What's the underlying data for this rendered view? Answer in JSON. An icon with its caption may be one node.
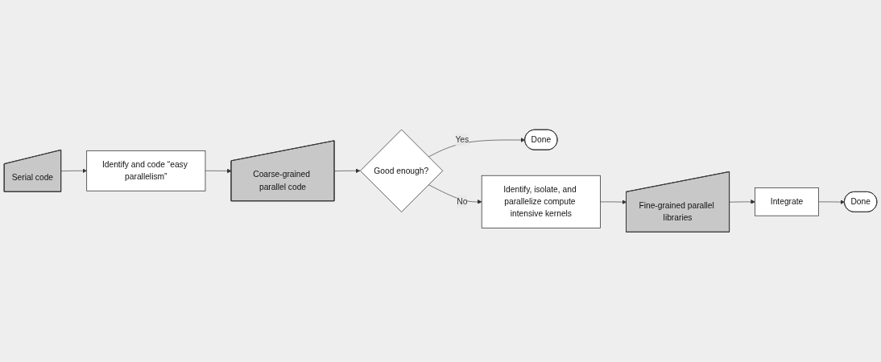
{
  "diagram": {
    "nodes": [
      {
        "text": [
          "Serial code"
        ]
      },
      {
        "text": [
          "Identify and code “easy parallelism”"
        ]
      },
      {
        "text": [
          "Coarse-grained parallel code"
        ]
      },
      {
        "text": [
          "Good enough?"
        ]
      },
      {
        "text": [
          "Done"
        ]
      },
      {
        "text": [
          "Identify, isolate, and parallelize compute intensive kernels"
        ]
      },
      {
        "text": [
          "Fine-grained parallel libraries"
        ]
      },
      {
        "text": [
          "Integrate"
        ]
      },
      {
        "text": [
          "Done"
        ]
      }
    ],
    "edges": [
      {
        "from": 0,
        "to": 1,
        "arrow": "to"
      },
      {
        "from": 1,
        "to": 2,
        "arrow": "to"
      },
      {
        "from": 2,
        "to": 3,
        "arrow": "to"
      },
      {
        "from": 3,
        "to": 4,
        "label": "Yes",
        "arrow": "to"
      },
      {
        "from": 3,
        "to": 5,
        "label": "No",
        "arrow": "to"
      },
      {
        "from": 5,
        "to": 6,
        "arrow": "to"
      },
      {
        "from": 6,
        "to": 7,
        "arrow": "to"
      },
      {
        "from": 7,
        "to": 8,
        "arrow": "to"
      }
    ]
  }
}
